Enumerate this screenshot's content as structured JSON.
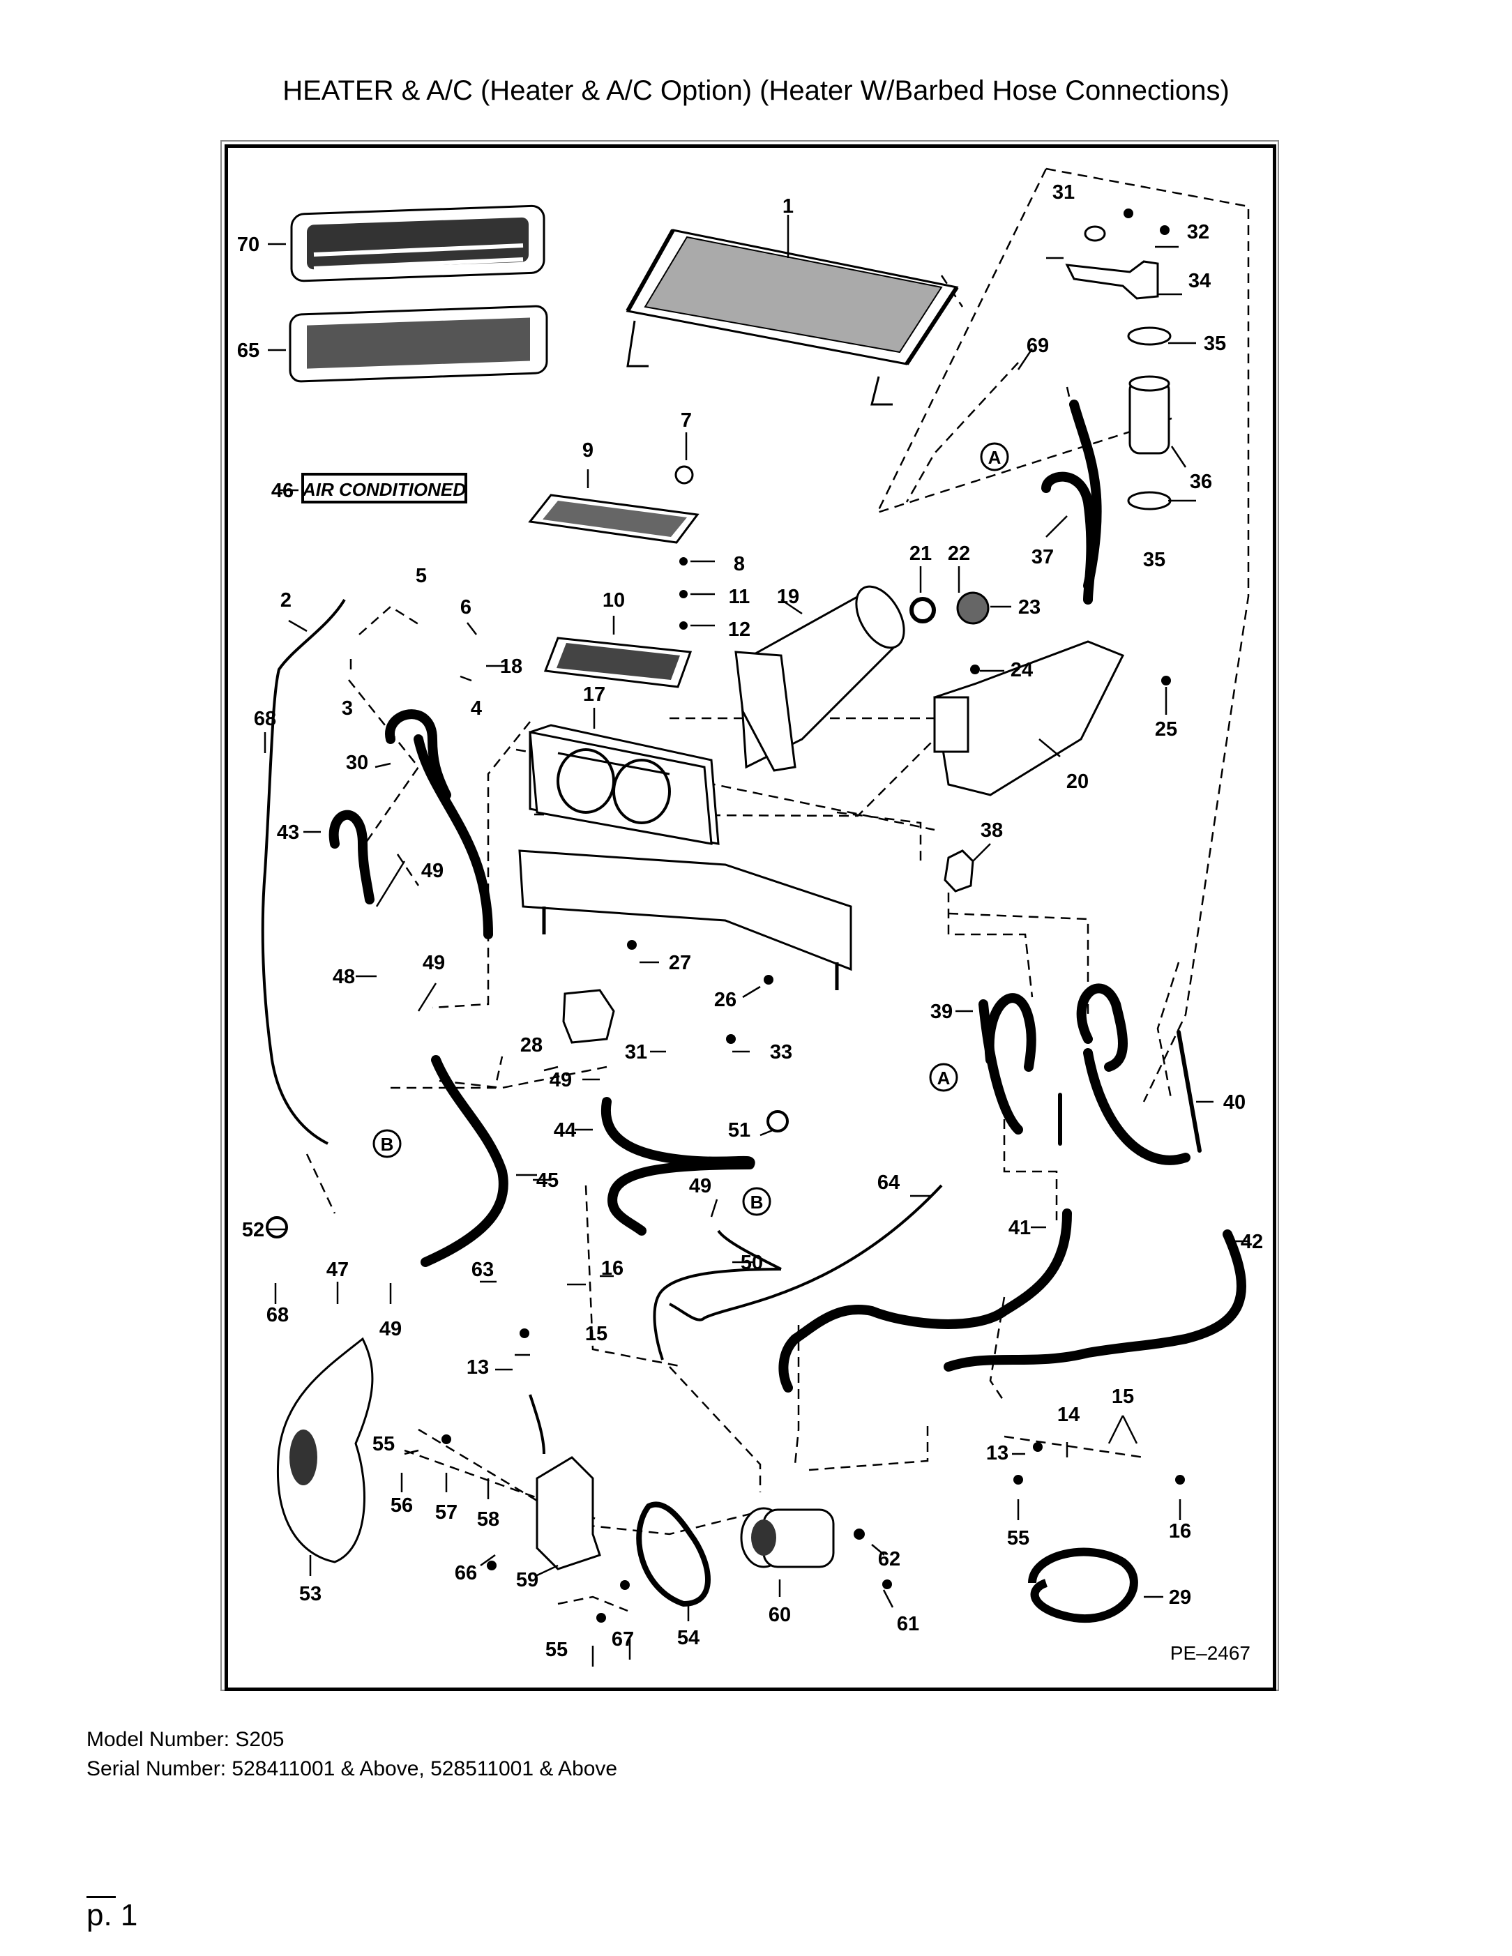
{
  "page": {
    "title": "HEATER & A/C (Heater & A/C Option) (Heater W/Barbed Hose Connections)",
    "model_line": "Model Number: S205",
    "serial_line": "Serial Number: 528411001 & Above, 528511001 & Above",
    "page_number": "p. 1"
  },
  "diagram": {
    "drawing_id": "PE–2467",
    "decal_text": "AIR CONDITIONED",
    "connector_labels": {
      "a": "A",
      "b": "B"
    },
    "callouts": [
      "1",
      "2",
      "3",
      "4",
      "5",
      "6",
      "7",
      "8",
      "9",
      "10",
      "11",
      "12",
      "13",
      "14",
      "15",
      "16",
      "17",
      "18",
      "19",
      "20",
      "21",
      "22",
      "23",
      "24",
      "25",
      "26",
      "27",
      "28",
      "29",
      "30",
      "31",
      "32",
      "33",
      "34",
      "35",
      "36",
      "37",
      "38",
      "39",
      "40",
      "41",
      "42",
      "43",
      "44",
      "45",
      "46",
      "47",
      "48",
      "49",
      "50",
      "51",
      "52",
      "53",
      "54",
      "55",
      "56",
      "57",
      "58",
      "59",
      "60",
      "61",
      "62",
      "63",
      "64",
      "65",
      "66",
      "67",
      "68",
      "69",
      "70"
    ]
  }
}
